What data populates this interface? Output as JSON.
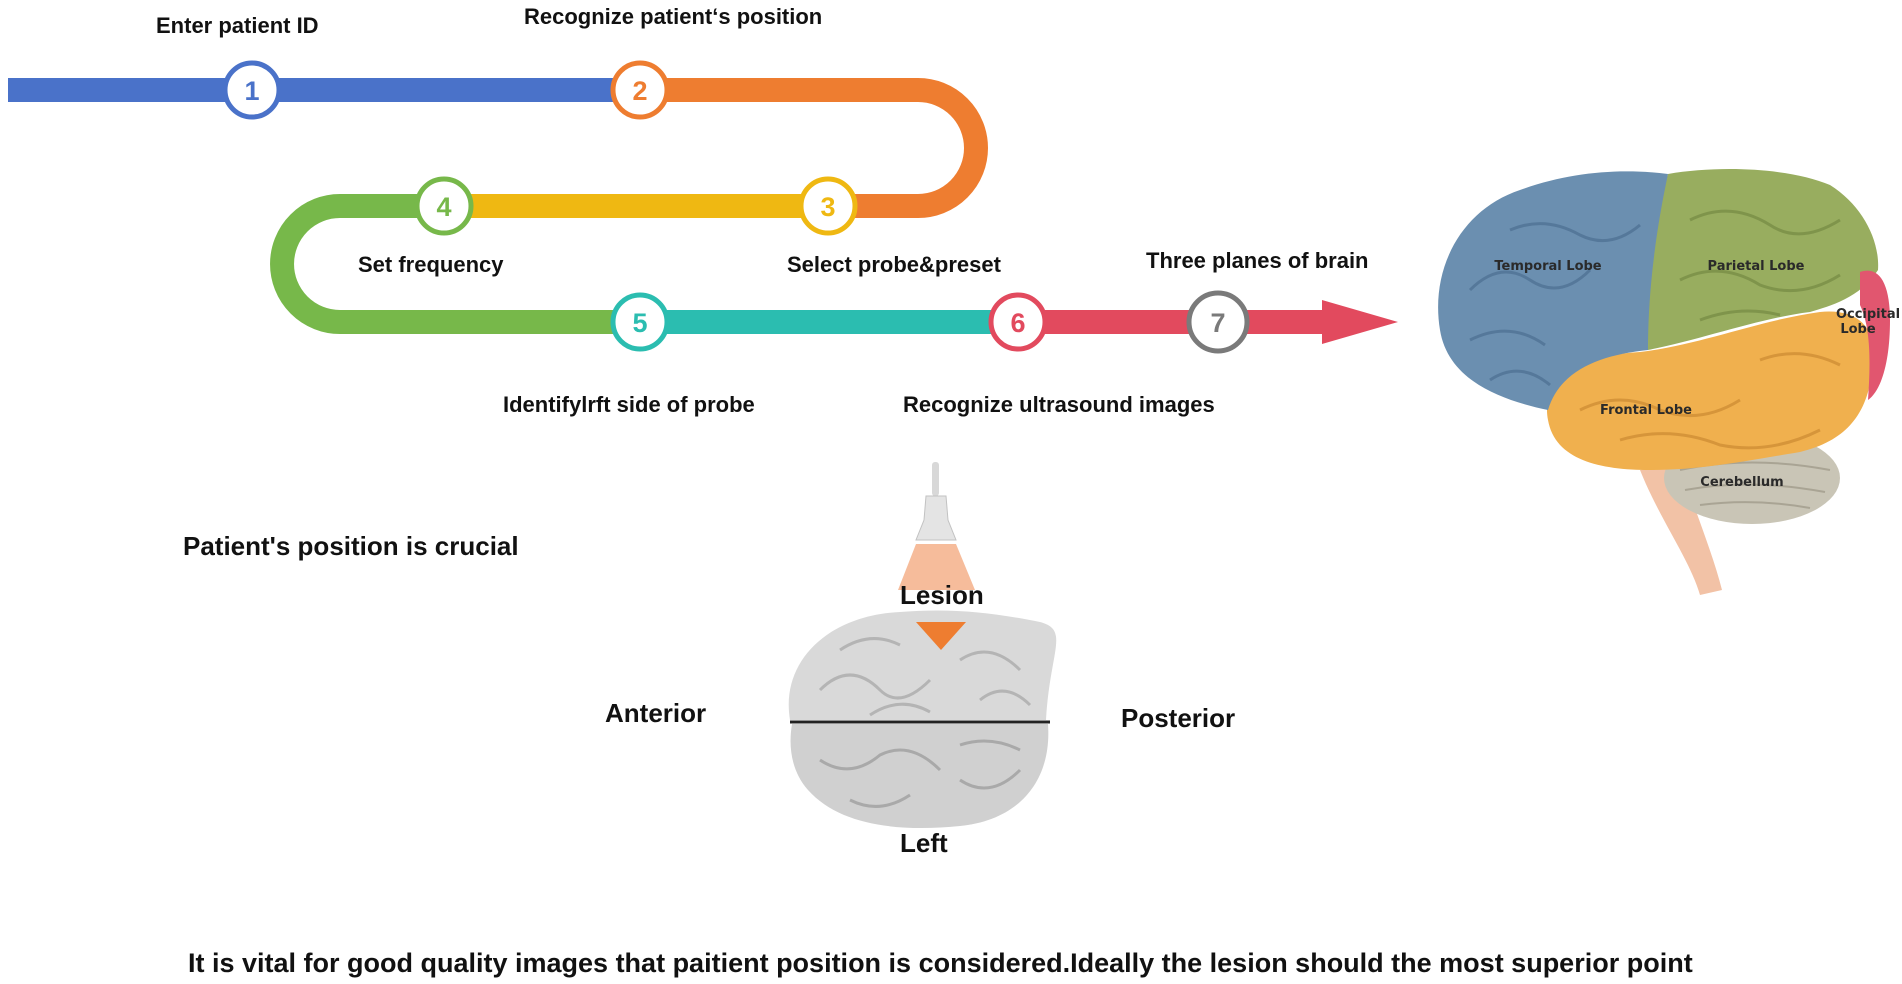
{
  "steps": [
    {
      "num": "1",
      "label": "Enter patient ID",
      "color": "#4a72c9"
    },
    {
      "num": "2",
      "label": "Recognize patient‘s position",
      "color": "#ee7d30"
    },
    {
      "num": "3",
      "label": "Select probe&preset",
      "color": "#efb812"
    },
    {
      "num": "4",
      "label": "Set frequency",
      "color": "#77b84a"
    },
    {
      "num": "5",
      "label": "Identifylrft side of probe",
      "color": "#2bbdb0"
    },
    {
      "num": "6",
      "label": "Recognize ultrasound images",
      "color": "#e24a5e"
    },
    {
      "num": "7",
      "label": "Three planes of brain",
      "color": "#7a7a7a"
    }
  ],
  "brain_lobes": {
    "temporal": "Temporal Lobe",
    "parietal": "Parietal Lobe",
    "occipital_1": "Occipital",
    "occipital_2": "Lobe",
    "frontal": "Frontal Lobe",
    "cerebellum": "Cerebellum"
  },
  "position": {
    "heading": "Patient's position is crucial",
    "lesion": "Lesion",
    "anterior": "Anterior",
    "posterior": "Posterior",
    "left": "Left"
  },
  "caption": "It is vital for good quality images that paitient position is considered.Ideally the lesion should the most superior point"
}
